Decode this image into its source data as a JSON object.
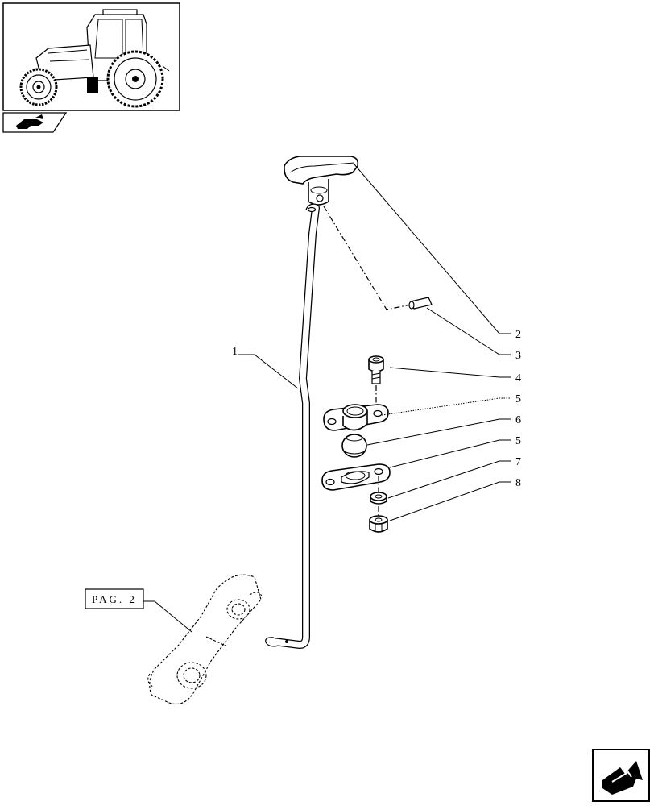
{
  "diagram": {
    "callouts": [
      {
        "id": "c2",
        "label": "2"
      },
      {
        "id": "c3",
        "label": "3"
      },
      {
        "id": "c4",
        "label": "4"
      },
      {
        "id": "c5a",
        "label": "5"
      },
      {
        "id": "c6",
        "label": "6"
      },
      {
        "id": "c5b",
        "label": "5"
      },
      {
        "id": "c7",
        "label": "7"
      },
      {
        "id": "c8",
        "label": "8"
      },
      {
        "id": "c1",
        "label": "1"
      }
    ],
    "reference_box": {
      "label": "PAG. 2"
    }
  },
  "icons": {
    "thumbnail": "tractor-thumbnail-icon",
    "section": "hand-pointer-section-icon",
    "next_page": "next-page-arrow-icon"
  }
}
